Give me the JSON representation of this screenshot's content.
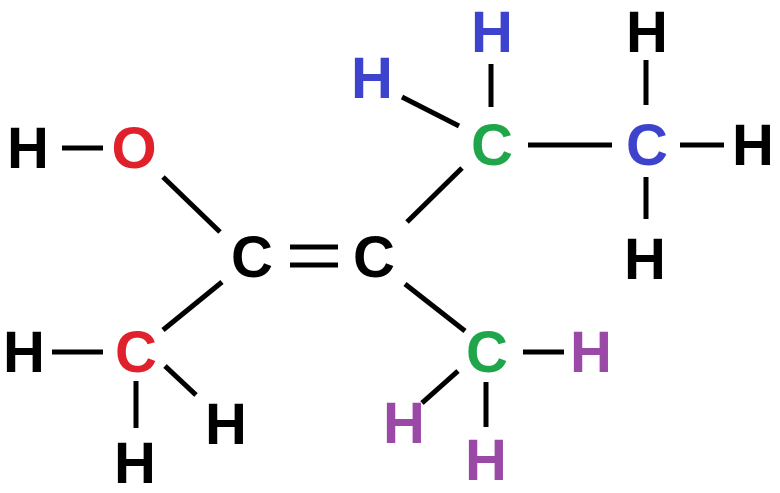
{
  "colors": {
    "black": "#000000",
    "red": "#e0202a",
    "green": "#1fa54a",
    "blue": "#3d43cc",
    "purple": "#9a4aa6"
  },
  "atoms": {
    "h_hydroxyl": {
      "symbol": "H",
      "color": "black"
    },
    "o_hydroxyl": {
      "symbol": "O",
      "color": "red"
    },
    "c_enol": {
      "symbol": "C",
      "color": "black"
    },
    "c_alkene": {
      "symbol": "C",
      "color": "black"
    },
    "c_methyl_left": {
      "symbol": "C",
      "color": "red"
    },
    "h_methyl_left_1": {
      "symbol": "H",
      "color": "black"
    },
    "h_methyl_left_2": {
      "symbol": "H",
      "color": "black"
    },
    "h_methyl_left_3": {
      "symbol": "H",
      "color": "black"
    },
    "c_ethyl_ch2": {
      "symbol": "C",
      "color": "green"
    },
    "h_ethyl_ch2_1": {
      "symbol": "H",
      "color": "blue"
    },
    "h_ethyl_ch2_2": {
      "symbol": "H",
      "color": "blue"
    },
    "c_ethyl_ch3": {
      "symbol": "C",
      "color": "blue"
    },
    "h_ethyl_ch3_1": {
      "symbol": "H",
      "color": "black"
    },
    "h_ethyl_ch3_2": {
      "symbol": "H",
      "color": "black"
    },
    "h_ethyl_ch3_3": {
      "symbol": "H",
      "color": "black"
    },
    "c_methyl_right": {
      "symbol": "C",
      "color": "green"
    },
    "h_methyl_right_1": {
      "symbol": "H",
      "color": "purple"
    },
    "h_methyl_right_2": {
      "symbol": "H",
      "color": "purple"
    },
    "h_methyl_right_3": {
      "symbol": "H",
      "color": "purple"
    }
  },
  "bonds": [
    {
      "from": "h_hydroxyl",
      "to": "o_hydroxyl",
      "order": 1
    },
    {
      "from": "o_hydroxyl",
      "to": "c_enol",
      "order": 1
    },
    {
      "from": "c_enol",
      "to": "c_alkene",
      "order": 2
    },
    {
      "from": "c_enol",
      "to": "c_methyl_left",
      "order": 1
    },
    {
      "from": "c_methyl_left",
      "to": "h_methyl_left_1",
      "order": 1
    },
    {
      "from": "c_methyl_left",
      "to": "h_methyl_left_2",
      "order": 1
    },
    {
      "from": "c_methyl_left",
      "to": "h_methyl_left_3",
      "order": 1
    },
    {
      "from": "c_alkene",
      "to": "c_ethyl_ch2",
      "order": 1
    },
    {
      "from": "c_alkene",
      "to": "c_methyl_right",
      "order": 1
    },
    {
      "from": "c_ethyl_ch2",
      "to": "h_ethyl_ch2_1",
      "order": 1
    },
    {
      "from": "c_ethyl_ch2",
      "to": "h_ethyl_ch2_2",
      "order": 1
    },
    {
      "from": "c_ethyl_ch2",
      "to": "c_ethyl_ch3",
      "order": 1
    },
    {
      "from": "c_ethyl_ch3",
      "to": "h_ethyl_ch3_1",
      "order": 1
    },
    {
      "from": "c_ethyl_ch3",
      "to": "h_ethyl_ch3_2",
      "order": 1
    },
    {
      "from": "c_ethyl_ch3",
      "to": "h_ethyl_ch3_3",
      "order": 1
    },
    {
      "from": "c_methyl_right",
      "to": "h_methyl_right_1",
      "order": 1
    },
    {
      "from": "c_methyl_right",
      "to": "h_methyl_right_2",
      "order": 1
    },
    {
      "from": "c_methyl_right",
      "to": "h_methyl_right_3",
      "order": 1
    }
  ]
}
